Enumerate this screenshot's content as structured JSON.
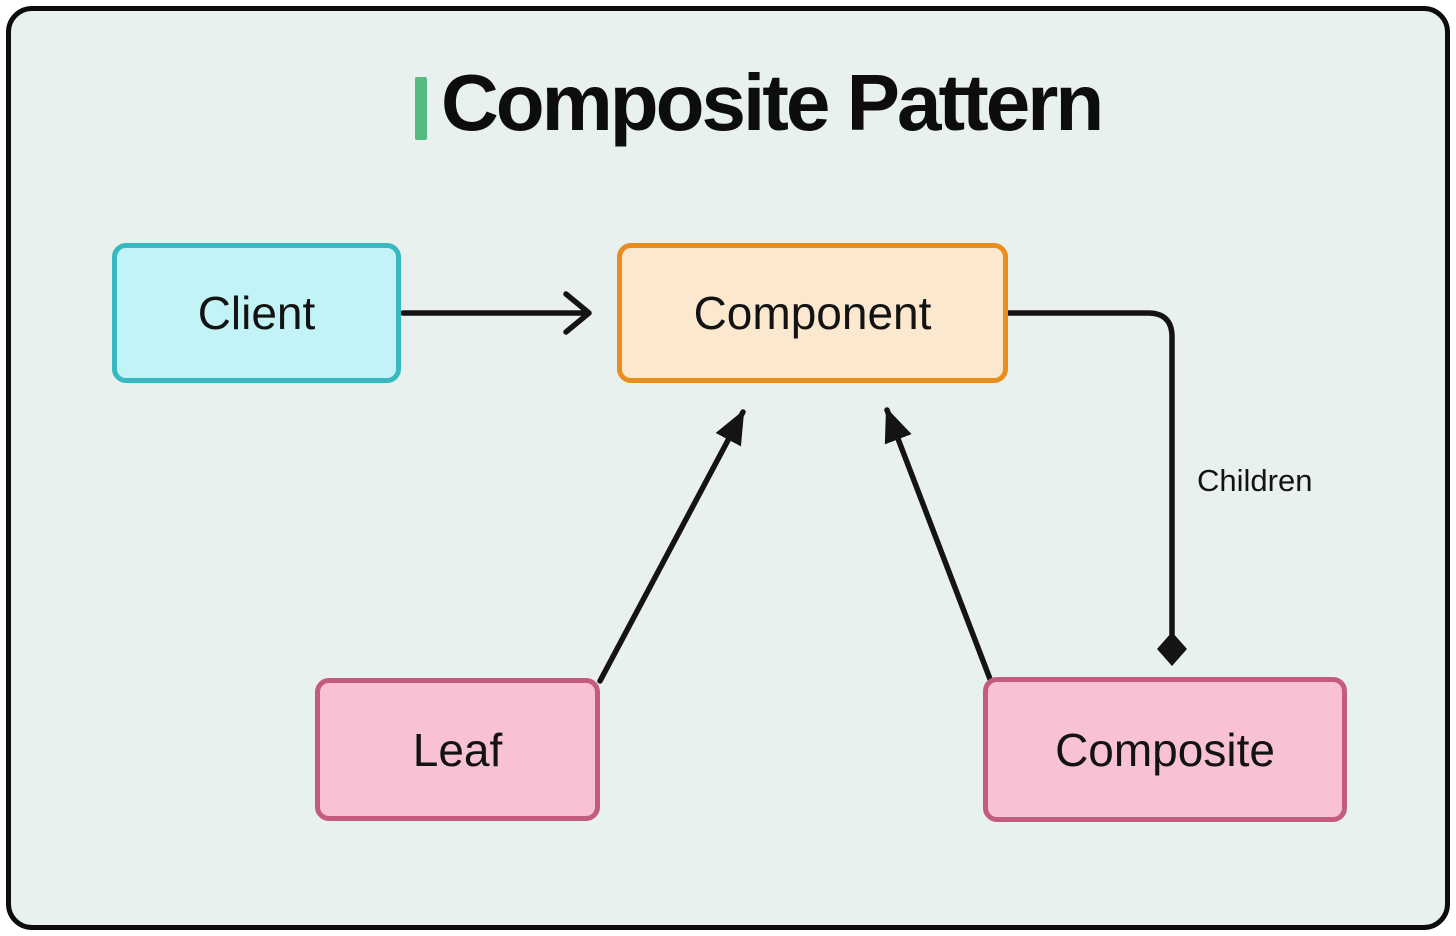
{
  "title": {
    "text": "Composite Pattern",
    "accent_color": "#52bc82",
    "text_color": "#0d0d0d"
  },
  "canvas": {
    "background": "#e9f1ee",
    "outer_background": "#ffffff",
    "frame_border_color": "#0d0d0d"
  },
  "diagram": {
    "type": "uml-composite-pattern",
    "edge_color": "#141414",
    "nodes": [
      {
        "id": "client",
        "label": "Client",
        "fill": "#c2f4f7",
        "border": "#38b9c2"
      },
      {
        "id": "component",
        "label": "Component",
        "fill": "#fbe8ce",
        "border": "#e78e1f"
      },
      {
        "id": "leaf",
        "label": "Leaf",
        "fill": "#f8c1d6",
        "border": "#c45c7d"
      },
      {
        "id": "composite",
        "label": "Composite",
        "fill": "#f8c1d6",
        "border": "#c45c7d"
      }
    ],
    "edges": [
      {
        "from": "client",
        "to": "component",
        "style": "open-arrow",
        "label": ""
      },
      {
        "from": "leaf",
        "to": "component",
        "style": "solid-arrow",
        "label": ""
      },
      {
        "from": "composite",
        "to": "component",
        "style": "solid-arrow",
        "label": ""
      },
      {
        "from": "component",
        "to": "composite",
        "style": "composition-diamond",
        "label": "Children"
      }
    ]
  }
}
